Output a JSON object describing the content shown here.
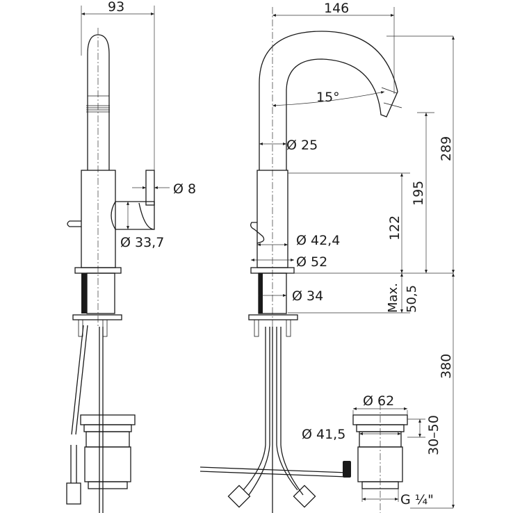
{
  "dimensions": {
    "side_width": "93",
    "lever_diameter": "Ø 8",
    "body_diameter": "Ø 33,7",
    "spout_reach": "146",
    "spout_angle": "15°",
    "spout_diameter": "Ø 25",
    "base_diameter_a": "Ø 42,4",
    "base_diameter_b": "Ø 52",
    "shank_diameter": "Ø 34",
    "total_height": "289",
    "spout_height": "195",
    "lever_height": "122",
    "max_deck_thickness_label": "Max.",
    "max_deck_thickness_value": "50,5",
    "hose_length": "380",
    "waste_top_diameter": "Ø 62",
    "waste_diameter": "Ø 41,5",
    "waste_adjustment": "30–50",
    "thread": "G ¼\""
  }
}
